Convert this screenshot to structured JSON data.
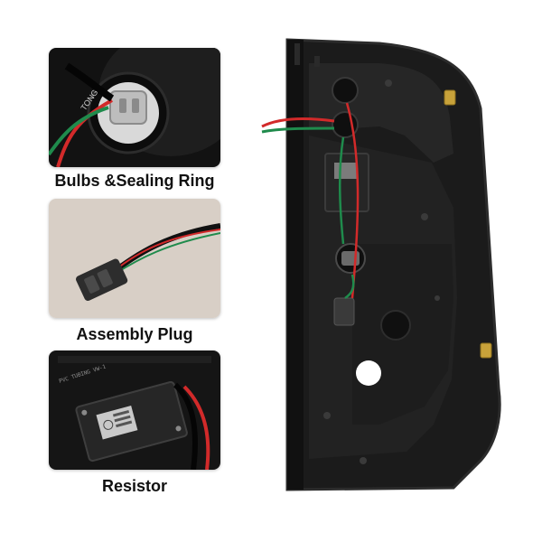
{
  "captions": {
    "bulbs": "Bulbs &Sealing Ring",
    "plug": "Assembly Plug",
    "resistor": "Resistor"
  },
  "photo_text": {
    "bulb_wire_label": "TONG",
    "tubing_label": "PVC TUBING VW-1"
  },
  "colors": {
    "background": "#ffffff",
    "housing": "#1a1a1a",
    "wire_red": "#d22a2a",
    "wire_green": "#1f8b4c",
    "plug_gray": "#3a3a3a"
  }
}
